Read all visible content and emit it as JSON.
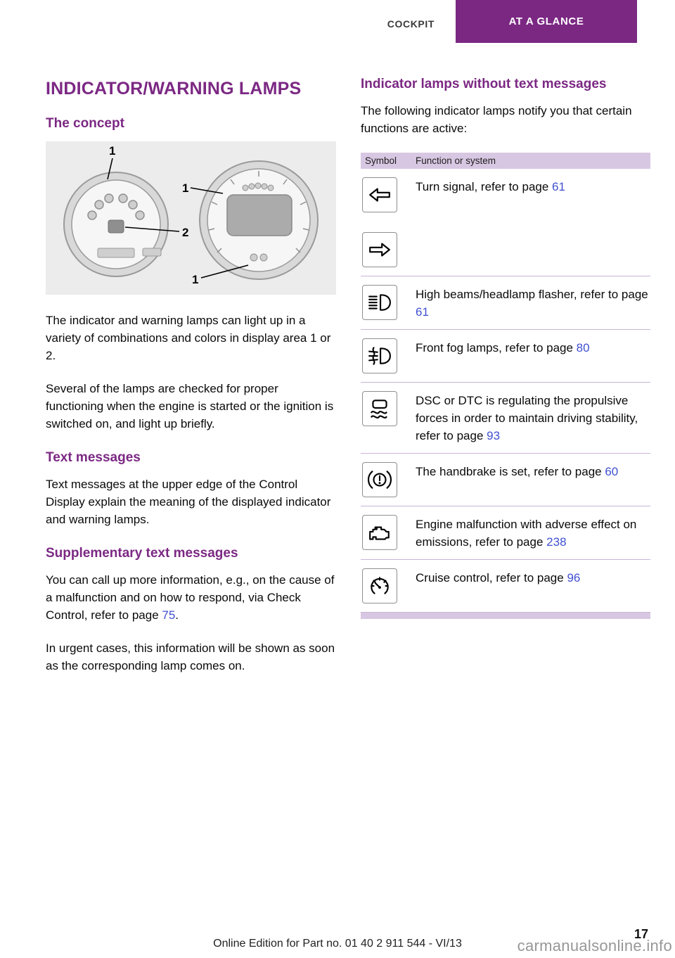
{
  "header": {
    "section": "COCKPIT",
    "chapter": "AT A GLANCE"
  },
  "left": {
    "title": "INDICATOR/WARNING LAMPS",
    "concept_heading": "The concept",
    "concept_p1": "The indicator and warning lamps can light up in a variety of combinations and colors in display area 1 or 2.",
    "concept_p2": "Several of the lamps are checked for proper functioning when the engine is started or the ignition is switched on, and light up briefly.",
    "text_messages_heading": "Text messages",
    "text_messages_p1": "Text messages at the upper edge of the Control Display explain the meaning of the displayed indicator and warning lamps.",
    "supplementary_heading": "Supplementary text messages",
    "supplementary_p1_pre": "You can call up more information, e.g., on the cause of a malfunction and on how to respond, via Check Control, refer to page ",
    "supplementary_p1_link": "75",
    "supplementary_p1_post": ".",
    "supplementary_p2": "In urgent cases, this information will be shown as soon as the corresponding lamp comes on."
  },
  "figure": {
    "callouts": [
      "1",
      "1",
      "2",
      "1"
    ]
  },
  "right": {
    "heading": "Indicator lamps without text messages",
    "intro": "The following indicator lamps notify you that certain functions are active:",
    "table": {
      "headers": [
        "Symbol",
        "Function or system"
      ],
      "rows": [
        {
          "icon": "turn-signal-icon",
          "label": "Turn signal, refer to page ",
          "page": "61"
        },
        {
          "icon": "high-beams-icon",
          "label": "High beams/headlamp flasher, refer to page ",
          "page": "61"
        },
        {
          "icon": "front-fog-lamps-icon",
          "label": "Front fog lamps, refer to page ",
          "page": "80"
        },
        {
          "icon": "dsc-icon",
          "label": "DSC or DTC is regulating the propulsive forces in order to maintain driving stability, refer to page ",
          "page": "93"
        },
        {
          "icon": "handbrake-icon",
          "label": "The handbrake is set, refer to page ",
          "page": "60"
        },
        {
          "icon": "engine-malfunction-icon",
          "label": "Engine malfunction with adverse effect on emissions, refer to page ",
          "page": "238"
        },
        {
          "icon": "cruise-control-icon",
          "label": "Cruise control, refer to page ",
          "page": "96"
        }
      ]
    }
  },
  "footer": {
    "edition": "Online Edition for Part no. 01 40 2 911 544 - VI/13",
    "page_number": "17",
    "watermark": "carmanualsonline.info"
  },
  "colors": {
    "accent_purple": "#7b2883",
    "table_header_bg": "#d8c7e2",
    "link_color": "#4050d0"
  }
}
